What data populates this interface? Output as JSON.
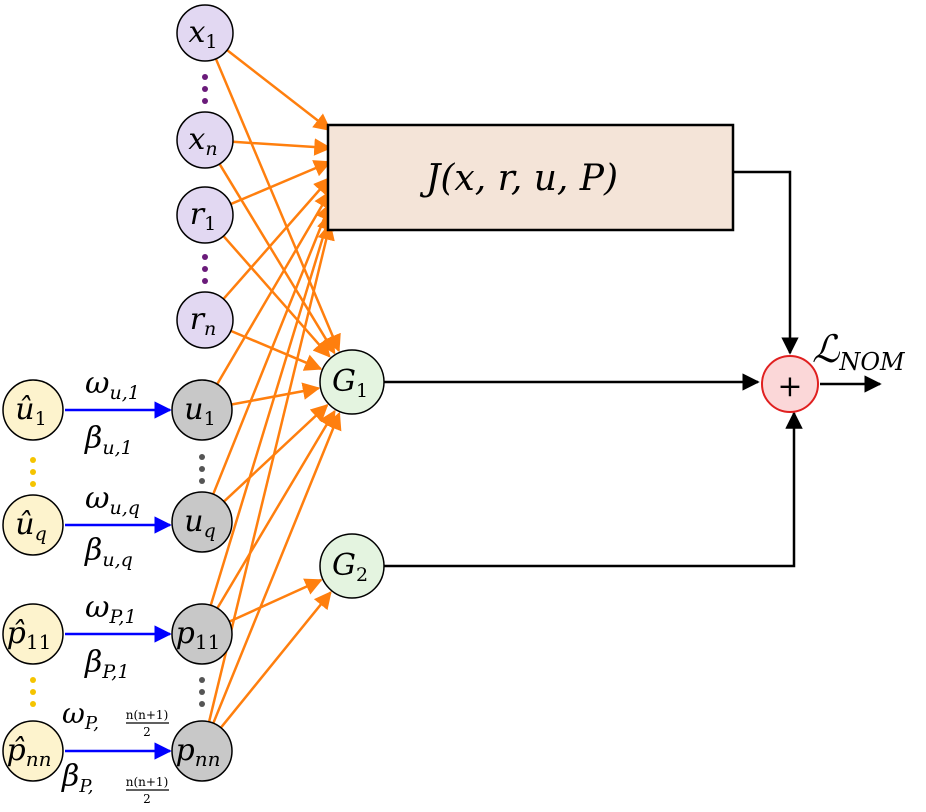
{
  "colors": {
    "orange_edge": "#ff7f0e",
    "blue_edge": "#0000ff",
    "black_edge": "#000000",
    "purple_node": "#e2d8f2",
    "gray_node": "#c8c8c8",
    "yellow_node": "#fdf3cd",
    "green_node": "#e4f4e0",
    "red_node": "#fbd7d8",
    "box_fill": "#f4e4d8",
    "purple_dots": "#6a1b7a",
    "gray_dots": "#555555",
    "yellow_dots": "#f5c400"
  },
  "nodes": {
    "x1": {
      "base": "x",
      "sub": "1"
    },
    "xn": {
      "base": "x",
      "sub": "n"
    },
    "r1": {
      "base": "r",
      "sub": "1"
    },
    "rn": {
      "base": "r",
      "sub": "n"
    },
    "u1": {
      "base": "u",
      "sub": "1"
    },
    "uq": {
      "base": "u",
      "sub": "q"
    },
    "p11": {
      "base": "p",
      "sub": "11"
    },
    "pnn": {
      "base": "p",
      "sub": "nn"
    },
    "uhat1": {
      "base": "û",
      "sub": "1"
    },
    "uhatq": {
      "base": "û",
      "sub": "q"
    },
    "phat11": {
      "base": "p̂",
      "sub": "11"
    },
    "phatnn": {
      "base": "p̂",
      "sub": "nn"
    },
    "g1": {
      "base": "G",
      "sub": "1"
    },
    "g2": {
      "base": "G",
      "sub": "2"
    },
    "sum": {
      "symbol": "+"
    }
  },
  "cost_box": {
    "label": "J(x, r, u, P)"
  },
  "output": {
    "base": "ℒ",
    "sub": "NOM"
  },
  "weights": {
    "u1": {
      "w": "ω",
      "w_sub": "u,1",
      "b": "β",
      "b_sub": "u,1"
    },
    "uq": {
      "w": "ω",
      "w_sub": "u,q",
      "b": "β",
      "b_sub": "u,q"
    },
    "p11": {
      "w": "ω",
      "w_sub": "P,1",
      "b": "β",
      "b_sub": "P,1"
    },
    "pnn": {
      "w": "ω",
      "w_sub": "P,",
      "b": "β",
      "b_sub": "P,",
      "frac_num": "n(n+1)",
      "frac_den": "2"
    }
  }
}
